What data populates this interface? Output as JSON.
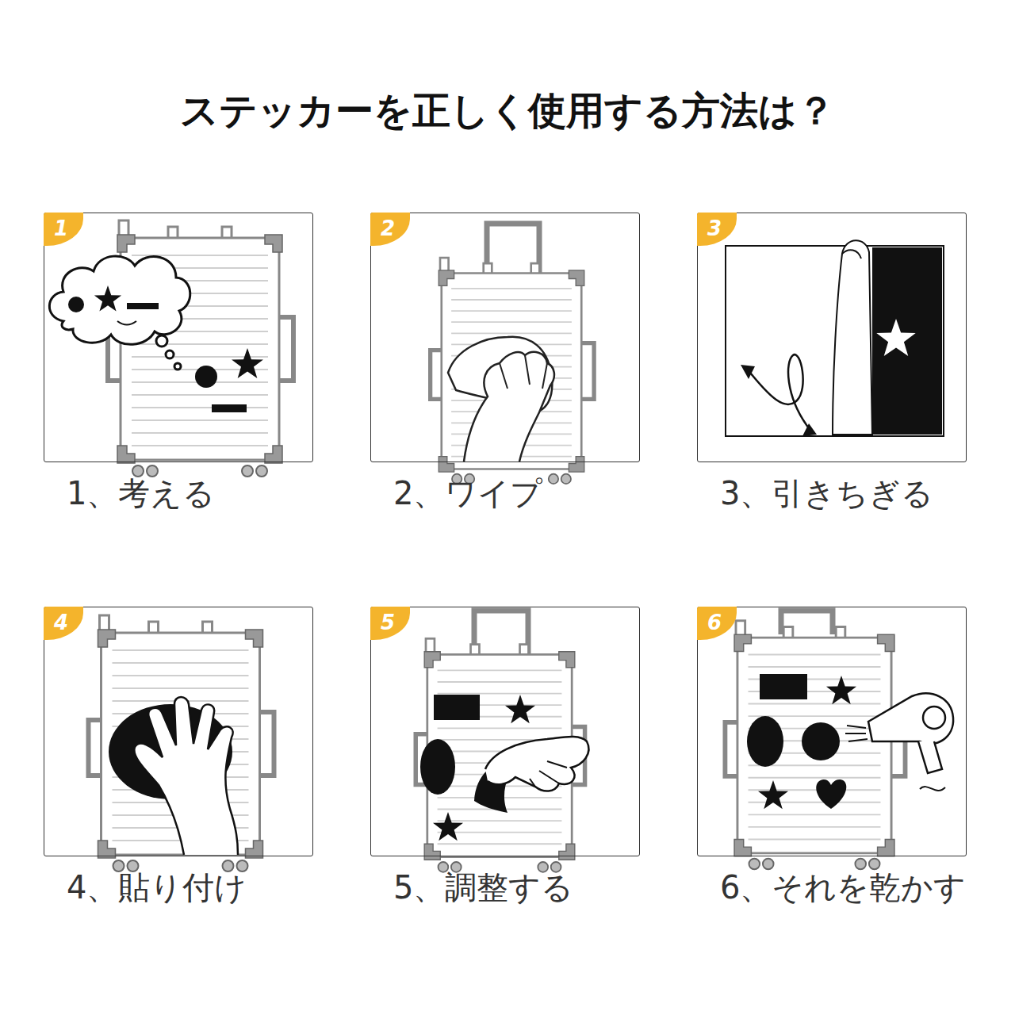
{
  "diagram": {
    "title": "ステッカーを正しく使用する方法は？",
    "nodes": [
      {
        "text": [
          "1、考える"
        ]
      },
      {
        "text": [
          "1"
        ],
        "in": 0
      },
      {
        "text": [
          "2、ワイプ"
        ]
      },
      {
        "text": [
          "2"
        ],
        "in": 2
      },
      {
        "text": [
          "3、引きちぎる"
        ]
      },
      {
        "text": [
          "3"
        ],
        "in": 4
      },
      {
        "text": [
          "4、貼り付け"
        ]
      },
      {
        "text": [
          "4"
        ],
        "in": 6
      },
      {
        "text": [
          "5、調整する"
        ]
      },
      {
        "text": [
          "5"
        ],
        "in": 8
      },
      {
        "text": [
          "6、それを乾かす"
        ]
      },
      {
        "text": [
          "6"
        ],
        "in": 10
      }
    ]
  }
}
